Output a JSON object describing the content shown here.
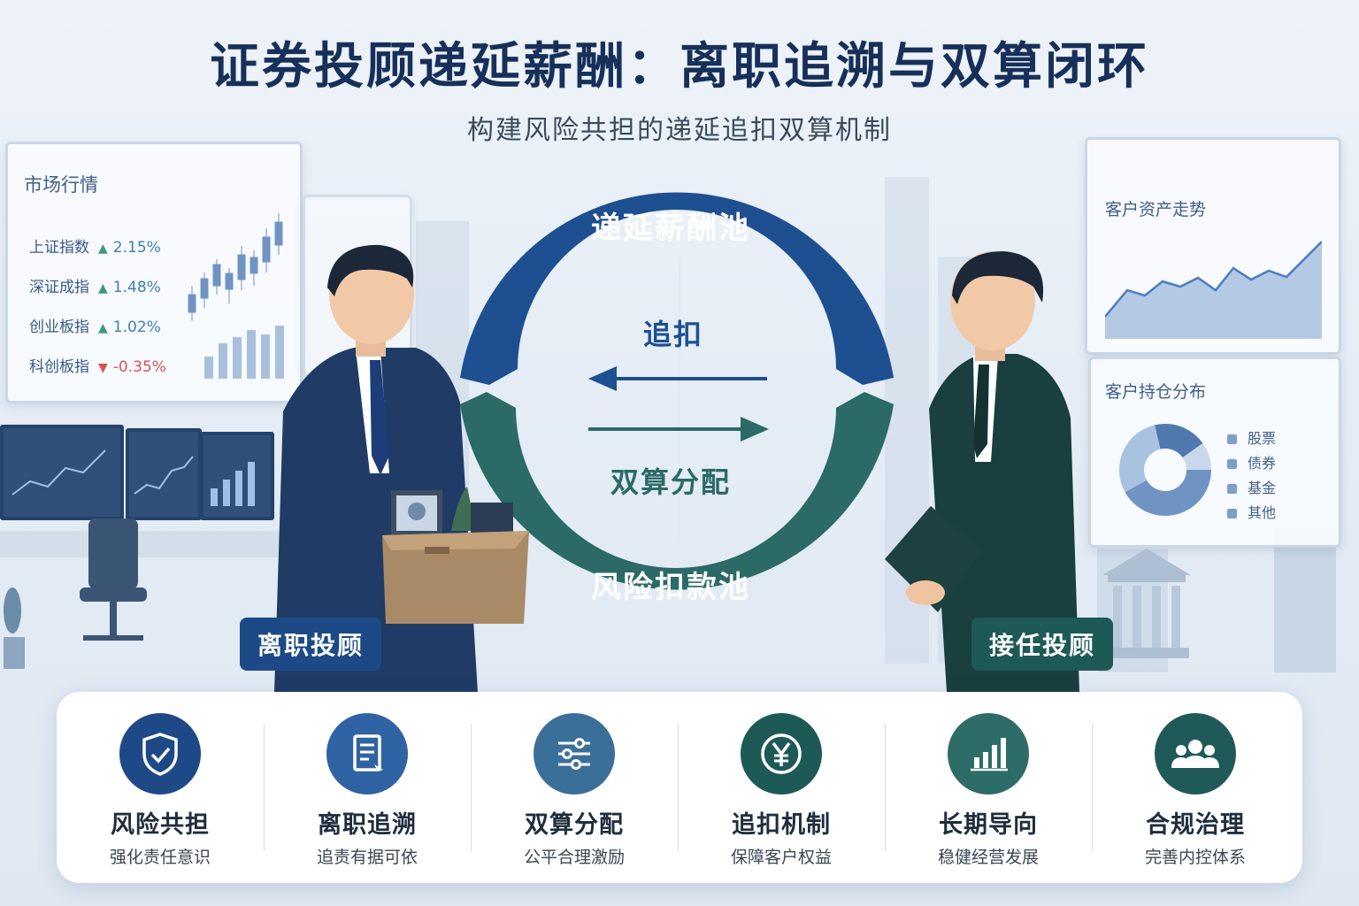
{
  "header": {
    "title": "证券投顾递延薪酬：离职追溯与双算闭环",
    "subtitle": "构建风险共担的递延追扣双算机制"
  },
  "market_panel": {
    "title": "市场行情",
    "rows": [
      {
        "name": "上证指数",
        "direction": "up",
        "value": "2.15%"
      },
      {
        "name": "深证成指",
        "direction": "up",
        "value": "1.48%"
      },
      {
        "name": "创业板指",
        "direction": "up",
        "value": "1.02%"
      },
      {
        "name": "科创板指",
        "direction": "down",
        "value": "-0.35%"
      }
    ]
  },
  "asset_panel": {
    "title": "客户资产走势"
  },
  "holding_panel": {
    "title": "客户持仓分布",
    "legend": [
      "股票",
      "债券",
      "基金",
      "其他"
    ]
  },
  "cycle": {
    "top_label": "递延薪酬池",
    "bottom_label": "风险扣款池",
    "arrow_left_label": "追扣",
    "arrow_right_label": "双算分配",
    "top_color": "#1d4f91",
    "bottom_color": "#2b6a66"
  },
  "roles": {
    "left": "离职投顾",
    "right": "接任投顾",
    "left_color": "#1d4a86",
    "right_color": "#1e5a55"
  },
  "features": [
    {
      "icon": "shield-check-icon",
      "title": "风险共担",
      "subtitle": "强化责任意识",
      "color": "#1d4a86"
    },
    {
      "icon": "document-icon",
      "title": "离职追溯",
      "subtitle": "追责有据可依",
      "color": "#2f63a3"
    },
    {
      "icon": "sliders-icon",
      "title": "双算分配",
      "subtitle": "公平合理激励",
      "color": "#3a6f99"
    },
    {
      "icon": "yen-coin-icon",
      "title": "追扣机制",
      "subtitle": "保障客户权益",
      "color": "#1e5a55"
    },
    {
      "icon": "bar-chart-icon",
      "title": "长期导向",
      "subtitle": "稳健经营发展",
      "color": "#2e6d67"
    },
    {
      "icon": "users-icon",
      "title": "合规治理",
      "subtitle": "完善内控体系",
      "color": "#1f5a58"
    }
  ]
}
